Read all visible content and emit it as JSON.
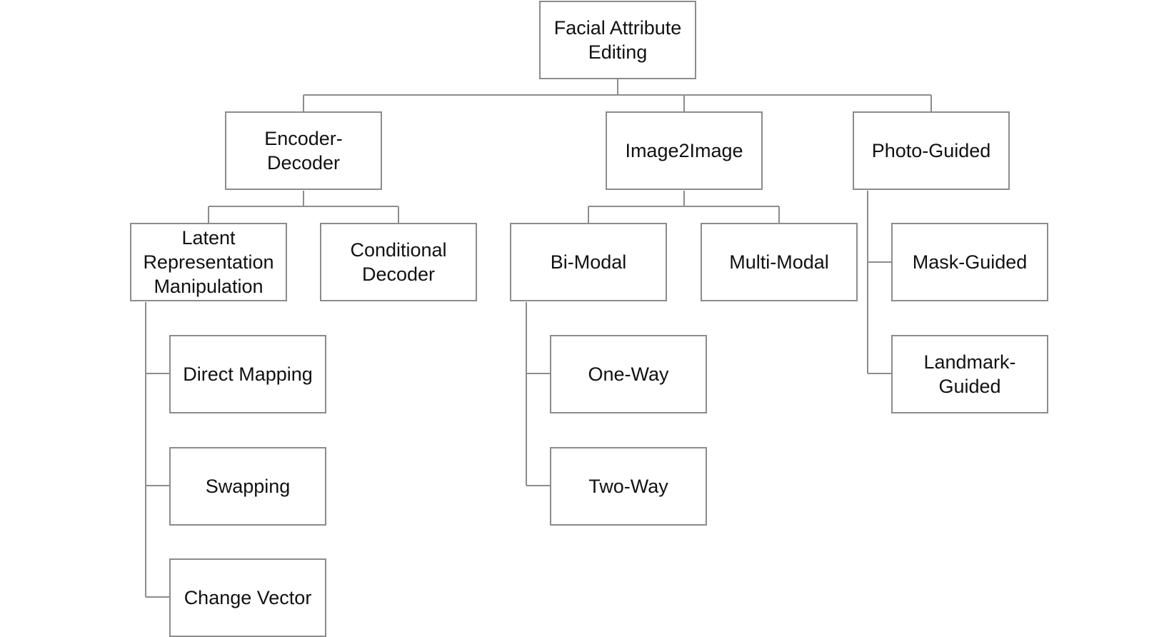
{
  "root": {
    "label": "Facial Attribute Editing"
  },
  "encoder_decoder": {
    "label": "Encoder-Decoder",
    "latent": {
      "label": "Latent Representation Manipulation",
      "children": [
        "Direct Mapping",
        "Swapping",
        "Change Vector"
      ]
    },
    "conditional": {
      "label": "Conditional Decoder"
    }
  },
  "image2image": {
    "label": "Image2Image",
    "bimodal": {
      "label": "Bi-Modal",
      "children": [
        "One-Way",
        "Two-Way"
      ]
    },
    "multimodal": {
      "label": "Multi-Modal"
    }
  },
  "photo_guided": {
    "label": "Photo-Guided",
    "children": [
      "Mask-Guided",
      "Landmark-Guided"
    ]
  }
}
